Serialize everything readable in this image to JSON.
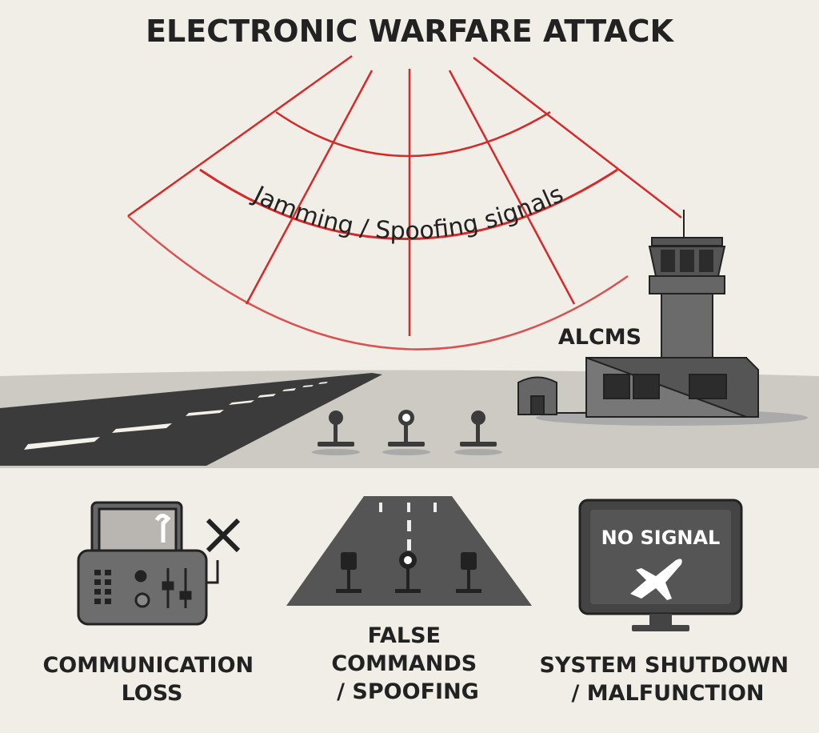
{
  "title": "ELECTRONIC WARFARE ATTACK",
  "signal_label": "Jamming / Spoofing signals",
  "tower_label": "ALCMS",
  "colors": {
    "background": "#f1ede7",
    "signal_red": "#d42a2a",
    "dark": "#3b3b3b",
    "ground": "#cdc9c3"
  },
  "effects": [
    {
      "icon": "broken-radio-icon",
      "lines": [
        "COMMUNICATION",
        "LOSS"
      ]
    },
    {
      "icon": "runway-lights-icon",
      "lines": [
        "FALSE",
        "COMMANDS",
        "/ SPOOFING"
      ]
    },
    {
      "icon": "no-signal-monitor-icon",
      "screen_text": "NO SIGNAL",
      "lines": [
        "SYSTEM SHUTDOWN",
        "/ MALFUNCTION"
      ]
    }
  ]
}
